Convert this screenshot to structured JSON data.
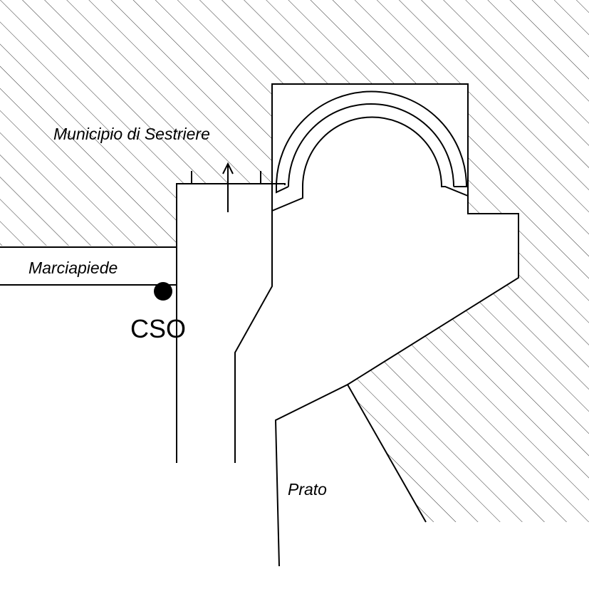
{
  "labels": {
    "building": "Municipio di Sestriere",
    "sidewalk": "Marciapiede",
    "station": "CSO",
    "meadow": "Prato"
  },
  "colors": {
    "ink": "#000000",
    "background": "#ffffff",
    "hatch": "#000000"
  },
  "legend_icons": {
    "station_marker": "filled-circle-icon",
    "entrance_marker": "up-arrow-icon"
  }
}
